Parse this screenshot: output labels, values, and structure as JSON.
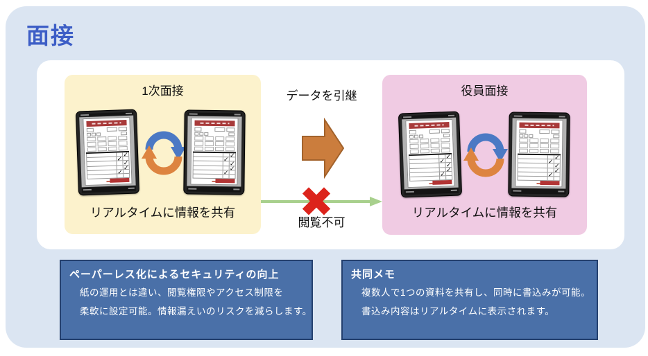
{
  "slide": {
    "title": "面接"
  },
  "flow": {
    "stage1": {
      "title": "1次面接",
      "caption": "リアルタイムに情報を共有"
    },
    "stage2": {
      "title": "役員面接",
      "caption": "リアルタイムに情報を共有"
    },
    "transfer_label": "データを引継",
    "blocked_label": "閲覧不可"
  },
  "notes": [
    {
      "title": "ペーパーレス化によるセキュリティの向上",
      "lines": [
        "紙の運用とは違い、閲覧権限やアクセス制限を",
        "柔軟に設定可能。情報漏えいのリスクを減らします。"
      ]
    },
    {
      "title": "共同メモ",
      "lines": [
        "複数人で1つの資料を共有し、同時に書込みが可能。",
        "書込み内容はリアルタイムに表示されます。"
      ]
    }
  ],
  "tablet_mock": {
    "check_glyph": "✓",
    "table_rows": 6,
    "checks": [
      [
        0,
        "outer"
      ],
      [
        1,
        "inner"
      ],
      [
        2,
        "outer"
      ],
      [
        3,
        "outer"
      ],
      [
        4,
        "inner"
      ]
    ]
  },
  "colors": {
    "title_blue": "#3d5ec6",
    "card_bg": "#dbe5f2",
    "stage1_bg": "#fcf2cc",
    "stage2_bg": "#f0cbe3",
    "note_bg": "#4a70a8",
    "note_border": "#24406e",
    "block_arrow_orange": "#cb7d3d",
    "sync_blue": "#4b79c4",
    "sync_orange": "#dd8440",
    "line_green": "#a8d08d",
    "x_red": "#dc241c",
    "doc_banner_red": "#a83a3a"
  }
}
